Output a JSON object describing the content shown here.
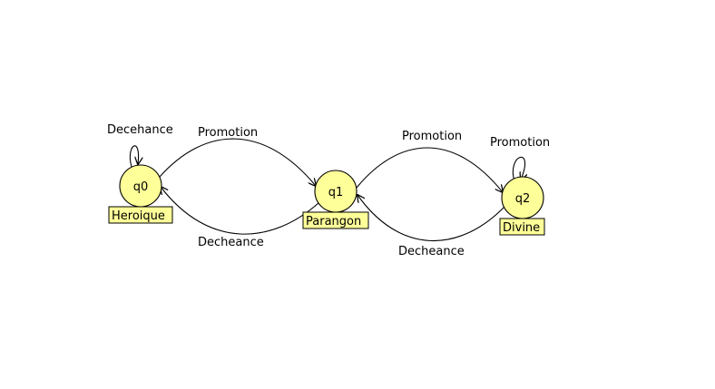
{
  "diagram": {
    "colors": {
      "state_fill": "#ffff99",
      "label_fill": "#ffff99",
      "stroke": "#000000",
      "background": "#ffffff"
    },
    "states": [
      {
        "id": "q0",
        "name": "q0",
        "label": "Heroique"
      },
      {
        "id": "q1",
        "name": "q1",
        "label": "Parangon"
      },
      {
        "id": "q2",
        "name": "q2",
        "label": "Divine"
      }
    ],
    "transitions": [
      {
        "from": "q0",
        "to": "q0",
        "label": "Decehance"
      },
      {
        "from": "q0",
        "to": "q1",
        "label": "Promotion"
      },
      {
        "from": "q1",
        "to": "q0",
        "label": "Decheance"
      },
      {
        "from": "q1",
        "to": "q2",
        "label": "Promotion"
      },
      {
        "from": "q2",
        "to": "q1",
        "label": "Decheance"
      },
      {
        "from": "q2",
        "to": "q2",
        "label": "Promotion"
      }
    ]
  }
}
